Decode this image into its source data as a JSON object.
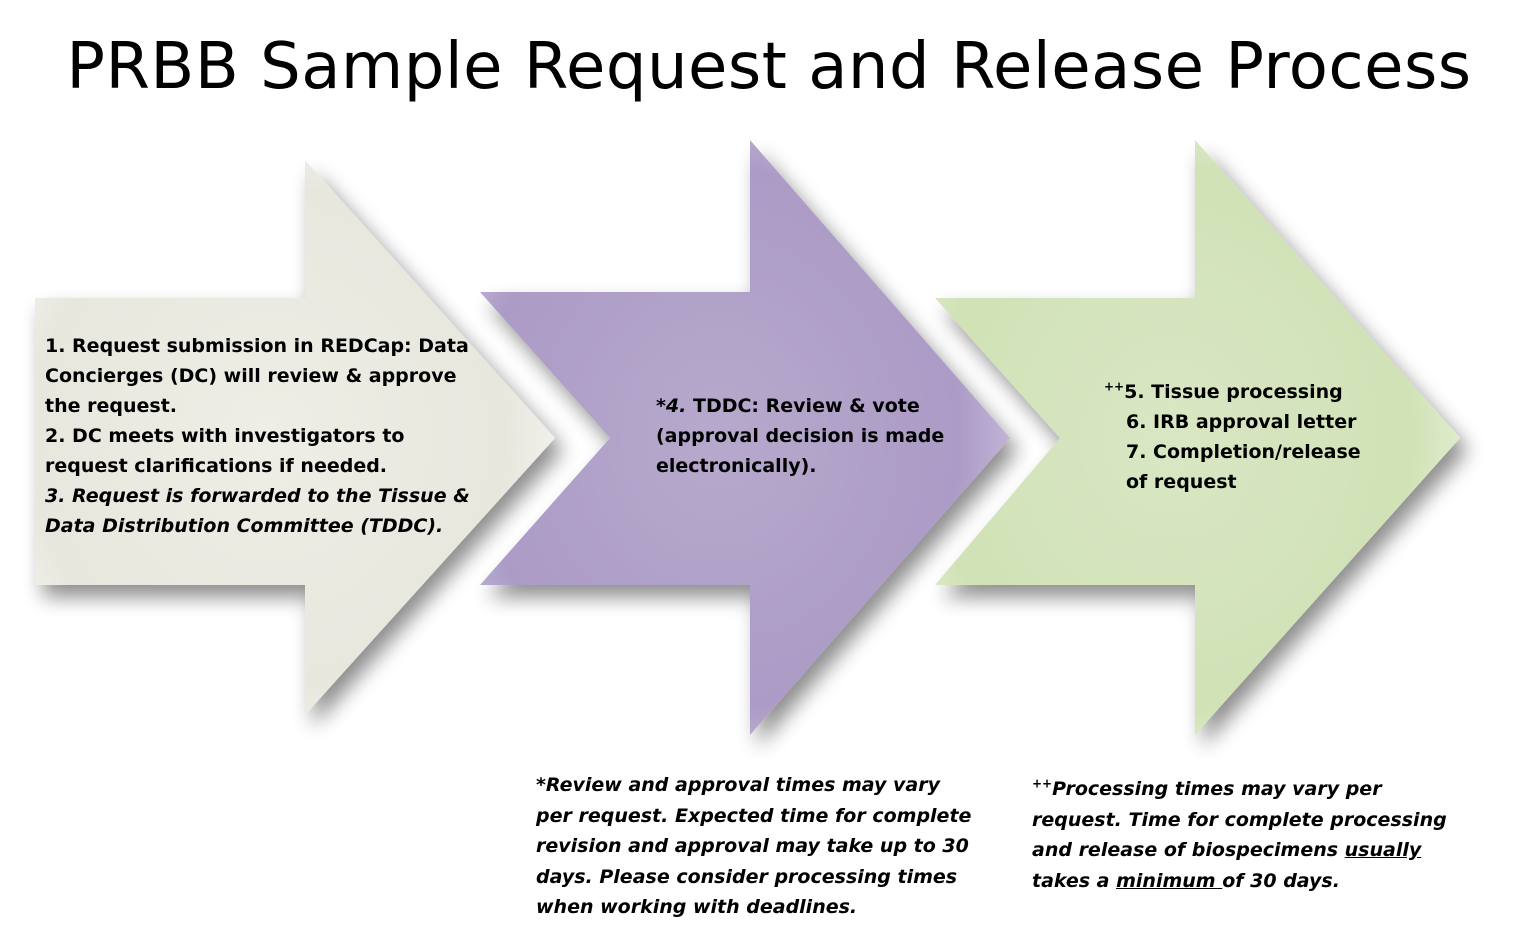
{
  "title": "PRBB Sample Request and Release Process",
  "steps": [
    {
      "color": "#e9e9e1",
      "lines": [
        "1. Request submission in REDCap: Data",
        "Concierges (DC) will review & approve",
        "the request.",
        "2. DC meets with investigators to",
        "request clarifications if needed.",
        "3. Request is forwarded to the Tissue &",
        "Data Distribution Committee (TDDC)."
      ]
    },
    {
      "color": "#b09fc8",
      "prefix": "*4.",
      "line1_rest": " TDDC: Review & vote",
      "lines": [
        "(approval decision is made",
        "electronically)."
      ]
    },
    {
      "color": "#d5e4bd",
      "marker": "++",
      "lines": [
        "5. Tissue processing",
        "6. IRB approval letter",
        "7. Completion/release",
        "of request"
      ]
    }
  ],
  "note_review": {
    "lines": [
      "*Review and approval times may vary",
      "per request. Expected time for complete",
      "revision and approval may take up to 30",
      "days. Please consider processing times",
      "when working with deadlines."
    ]
  },
  "note_processing": {
    "marker": "++",
    "line1": "Processing times may vary per",
    "line2": "request. Time for complete processing",
    "line3_a": "and release of biospecimens ",
    "line3_u": "usually",
    "line4_a": "takes a ",
    "line4_u": "minimum ",
    "line4_b": "of 30 days."
  }
}
